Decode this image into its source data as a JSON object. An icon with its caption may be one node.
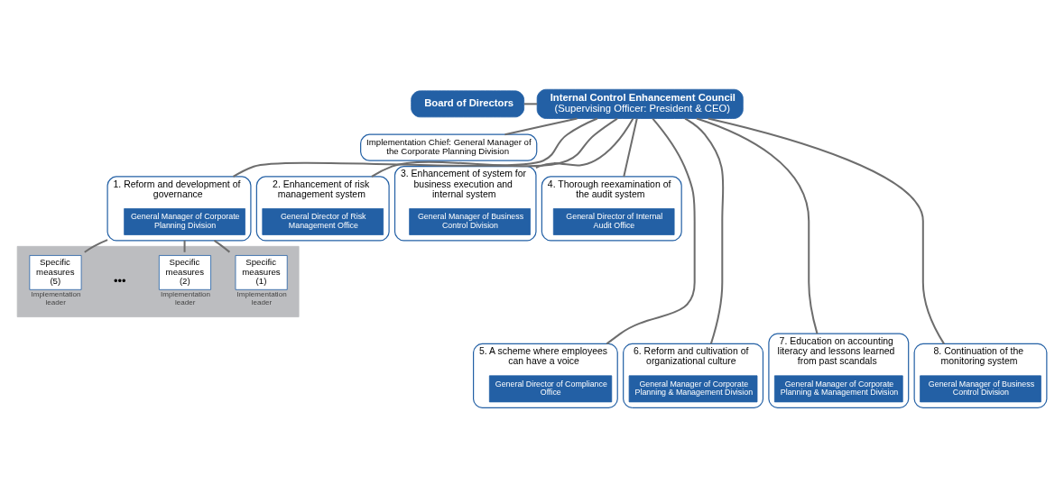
{
  "diagram": {
    "nodes": [
      {
        "text": [
          "Board of Directors"
        ]
      },
      {
        "text": [
          "Internal Control Enhancement Council",
          "(Supervising Officer: President & CEO)"
        ]
      },
      {
        "text": [
          "Implementation Chief: General Manager of the Corporate Planning Division"
        ]
      },
      {
        "text": [
          "1. Reform and development of governance"
        ]
      },
      {
        "text": [
          "General Manager of Corporate Planning Division"
        ],
        "in": 3
      },
      {
        "text": [
          "2. Enhancement of risk management system"
        ]
      },
      {
        "text": [
          "General Director of Risk Management Office"
        ],
        "in": 5
      },
      {
        "text": [
          "3. Enhancement of system for business execution and internal system"
        ]
      },
      {
        "text": [
          "General Manager of Business Control Division"
        ],
        "in": 7
      },
      {
        "text": [
          "4. Thorough reexamination of the audit system"
        ]
      },
      {
        "text": [
          "General Director of Internal Audit Office"
        ],
        "in": 9
      },
      {
        "text": [],
        "shape": "box"
      },
      {
        "text": [
          "Specific measures (1)"
        ],
        "in": 11,
        "beside": [
          "Implementation leader"
        ]
      },
      {
        "text": [
          "Specific measures (2)"
        ],
        "in": 11,
        "beside": [
          "Implementation leader"
        ]
      },
      {
        "text": [
          "Specific measures (5)"
        ],
        "in": 11,
        "beside": [
          "Implementation leader"
        ]
      },
      {
        "text": [
          "5. A scheme where employees can have a voice"
        ]
      },
      {
        "text": [
          "General Director of Compliance Office"
        ],
        "in": 15
      },
      {
        "text": [
          "6. Reform and cultivation of organizational culture"
        ]
      },
      {
        "text": [
          "General Manager of Corporate Planning & Management Division"
        ],
        "in": 17
      },
      {
        "text": [
          "7. Education on accounting literacy and lessons learned from past scandals"
        ]
      },
      {
        "text": [
          "General Manager of Corporate Planning & Management Division"
        ],
        "in": 19
      },
      {
        "text": [
          "8. Continuation of the monitoring system"
        ]
      },
      {
        "text": [
          "General Manager of Business Control Division"
        ],
        "in": 21
      }
    ],
    "edges": [
      {
        "from": 0,
        "to": 1,
        "arrow": "none"
      },
      {
        "from": 1,
        "to": 2,
        "arrow": "none"
      },
      {
        "from": 1,
        "to": 3,
        "arrow": "none"
      },
      {
        "from": 1,
        "to": 5,
        "arrow": "none"
      },
      {
        "from": 1,
        "to": 7,
        "arrow": "none"
      },
      {
        "from": 1,
        "to": 9,
        "arrow": "none"
      },
      {
        "from": 3,
        "to": 12,
        "arrow": "none"
      },
      {
        "from": 3,
        "to": 13,
        "arrow": "none"
      },
      {
        "from": 3,
        "to": 14,
        "arrow": "none"
      },
      {
        "from": 1,
        "to": 15,
        "arrow": "none"
      },
      {
        "from": 1,
        "to": 17,
        "arrow": "none"
      },
      {
        "from": 1,
        "to": 19,
        "arrow": "none"
      },
      {
        "from": 1,
        "to": 21,
        "arrow": "none"
      }
    ],
    "labels": [
      "•••"
    ]
  }
}
